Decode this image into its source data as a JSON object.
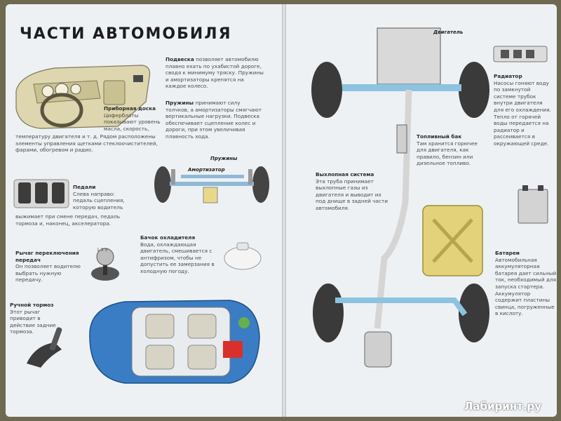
{
  "title": "ЧАСТИ АВТОМОБИЛЯ",
  "blocks": {
    "suspension": {
      "head": "Подвеска",
      "text": "позволяет автомобилю плавно ехать по ухабистой дороге, сводя к минимуму тряску. Пружины и амортизаторы крепятся на каждое колесо."
    },
    "springs": {
      "head": "Пружины",
      "text": "принимают силу толчков, а амортизаторы смягчают вертикальные нагрузки. Подвеска обеспечивает сцепление колес и дороги, при этом увеличивая плавность хода."
    },
    "dashboard": {
      "head": "Приборная доска",
      "text": "Циферблаты показывают уровень масла, скорость,"
    },
    "dashboard2": {
      "text": "температуру двигателя и т. д. Рядом расположены элементы управления щетками стеклоочистителей, фарами, обогревом и радио."
    },
    "pedals": {
      "head": "Педали",
      "text": "Слева направо: педаль сцепления, которую водитель"
    },
    "pedals2": {
      "text": "выжимает при смене передач, педаль тормоза и, наконец, акселератора."
    },
    "gear": {
      "head": "Рычаг переключения передач",
      "text": "Он позволяет водителю выбрать нужную передачу."
    },
    "coolant": {
      "head": "Бачок охладителя",
      "text": "Вода, охлаждающая двигатель, смешивается с антифризом, чтобы не допустить ее замерзания в холодную погоду."
    },
    "handbrake": {
      "head": "Ручной тормоз",
      "text": "Этот рычаг приводит в действие задние тормоза."
    },
    "radiator": {
      "head": "Радиатор",
      "text": "Насосы гоняют воду по замкнутой системе трубок внутри двигателя для его охлаждения. Тепло от горячей воды передается на радиатор и рассеивается в окружающей среде."
    },
    "fuel": {
      "head": "Топливный бак",
      "text": "Там хранится горючее для двигателя, как правило, бензин или дизельное топливо."
    },
    "exhaust": {
      "head": "Выхлопная система",
      "text": "Эта труба принимает выхлопные газы из двигателя и выводит их под днище в задней части автомобиля."
    },
    "battery": {
      "head": "Батареи",
      "text": "Автомобильная аккумуляторная батарея дает сильный ток, необходимый для запуска стартера. Аккумулятор содержит пластины свинца, погруженные в кислоту."
    }
  },
  "labels": {
    "springs": "Пружины",
    "shock": "Амортизатор",
    "engine": "Двигатель"
  },
  "gear_numbers": "1 3 5",
  "watermark": "Лабиринт.ру",
  "colors": {
    "page": "#eef1f4",
    "car_blue": "#3a7dc4",
    "tank": "#e3d27a",
    "frame": "#7fb6d8"
  }
}
